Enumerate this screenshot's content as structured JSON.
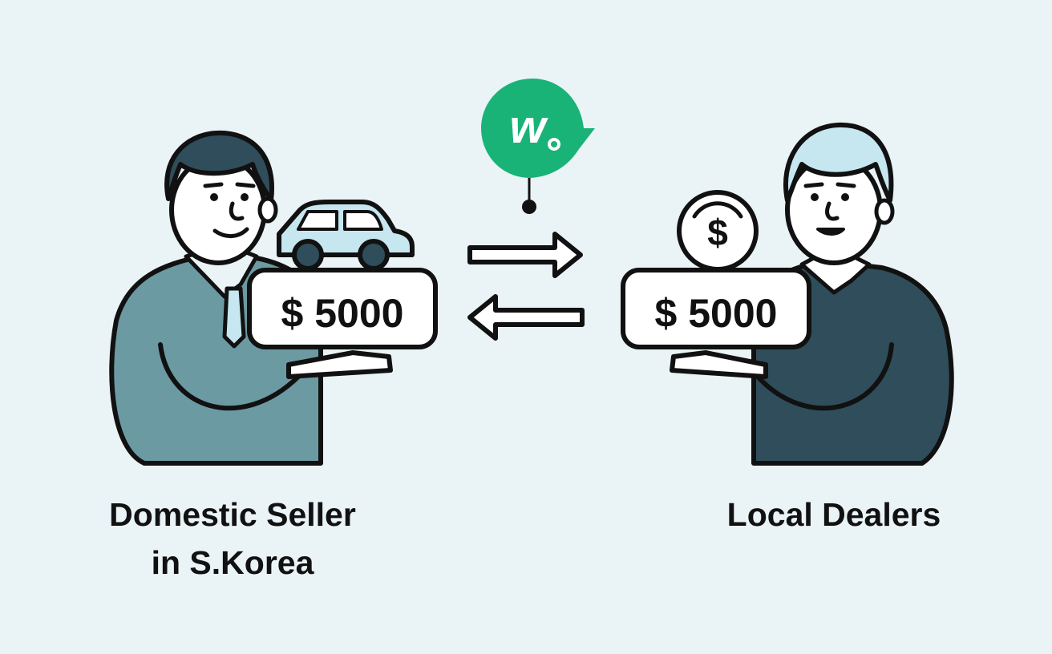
{
  "seller": {
    "caption_line1": "Domestic Seller",
    "caption_line2": "in S.Korea",
    "price": "$ 5000"
  },
  "dealer": {
    "caption": "Local Dealers",
    "price": "$ 5000",
    "coin_symbol": "$"
  },
  "logo": {
    "letter": "w"
  },
  "colors": {
    "background": "#eaf3f6",
    "seller_body": "#6b9aa2",
    "dealer_body": "#2f4d5a",
    "seller_hair": "#2f4d5a",
    "dealer_hair": "#c6e6f0",
    "logo_green": "#19b377",
    "car_blue": "#c6e6f0",
    "outline": "#111111"
  }
}
